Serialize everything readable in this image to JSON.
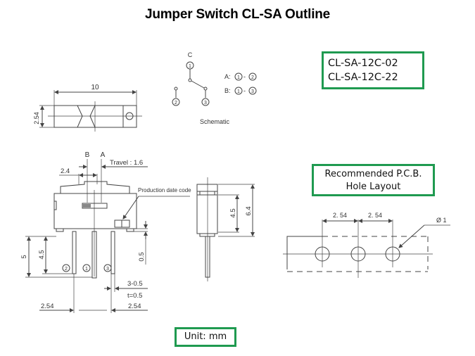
{
  "title": "Jumper Switch CL-SA Outline",
  "models": [
    "CL-SA-12C-02",
    "CL-SA-12C-22"
  ],
  "pcb_label": [
    "Recommended P.C.B.",
    "Hole Layout"
  ],
  "unit_label": "Unit: mm",
  "accent_color": "#1f9a50",
  "top_view": {
    "length": "10",
    "height": "2.54"
  },
  "schematic": {
    "label": "Schematic",
    "common_label": "C",
    "pins": [
      "1",
      "2",
      "3"
    ],
    "positions": [
      {
        "name": "A:",
        "from": "1",
        "to": "2"
      },
      {
        "name": "B:",
        "from": "1",
        "to": "3"
      }
    ]
  },
  "front_view": {
    "position_b": "B",
    "position_a": "A",
    "travel": "Travel : 1.6",
    "knob_width": "2.4",
    "production_date_code": "Production date code",
    "pin_length_total": "5",
    "pin_length": "4.5",
    "standoff": "0.5",
    "pin_width": "3-0.5",
    "pin_thickness": "t=0.5",
    "pitch_left": "2.54",
    "pitch_right": "2.54",
    "pin_labels": [
      "2",
      "1",
      "3"
    ]
  },
  "side_view": {
    "body_height": "4.5",
    "total_height": "6.4"
  },
  "pcb_layout": {
    "pitch_1": "2. 54",
    "pitch_2": "2. 54",
    "hole_diameter": "Ø 1"
  }
}
